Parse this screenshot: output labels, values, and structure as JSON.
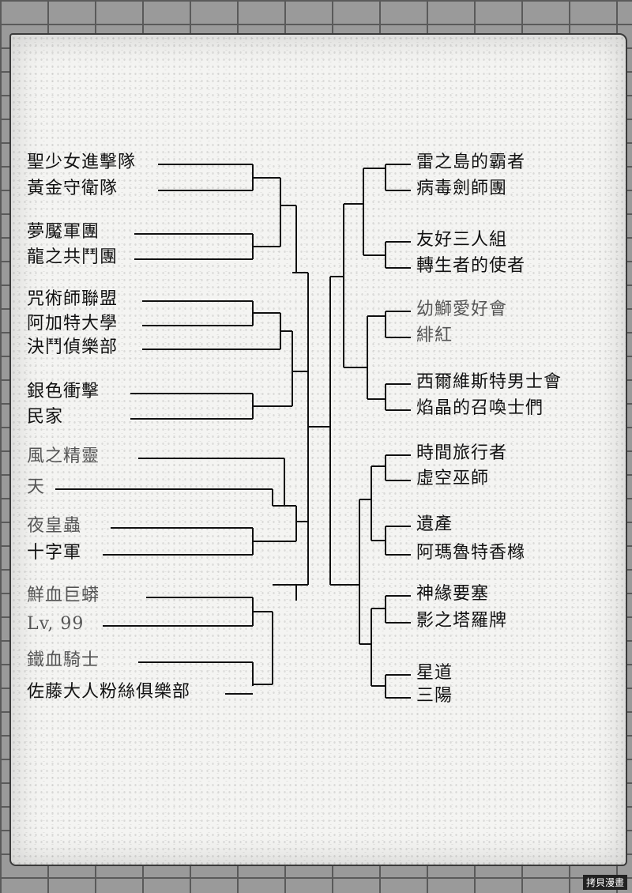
{
  "left_teams": [
    "聖少女進擊隊",
    "黃金守衛隊",
    "夢魘軍團",
    "龍之共鬥團",
    "咒術師聯盟",
    "阿加特大學",
    "決鬥偵樂部",
    "銀色衝擊",
    "民家",
    "風之精靈",
    "天",
    "夜皇蟲",
    "十字軍",
    "鮮血巨蟒",
    "Lv, 99",
    "鐵血騎士",
    "佐藤大人粉絲俱樂部"
  ],
  "right_teams": [
    "雷之島的霸者",
    "病毒劍師團",
    "友好三人組",
    "轉生者的使者",
    "幼鰤愛好會",
    "緋紅",
    "西爾維斯特男士會",
    "焰晶的召喚士們",
    "時間旅行者",
    "虛空巫師",
    "遺產",
    "阿瑪魯特香橼",
    "神緣要塞",
    "影之塔羅牌",
    "星道",
    "三陽"
  ],
  "watermark": "拷貝漫畫",
  "colors": {
    "ink": "#111111",
    "paper": "#f4f4f2"
  }
}
